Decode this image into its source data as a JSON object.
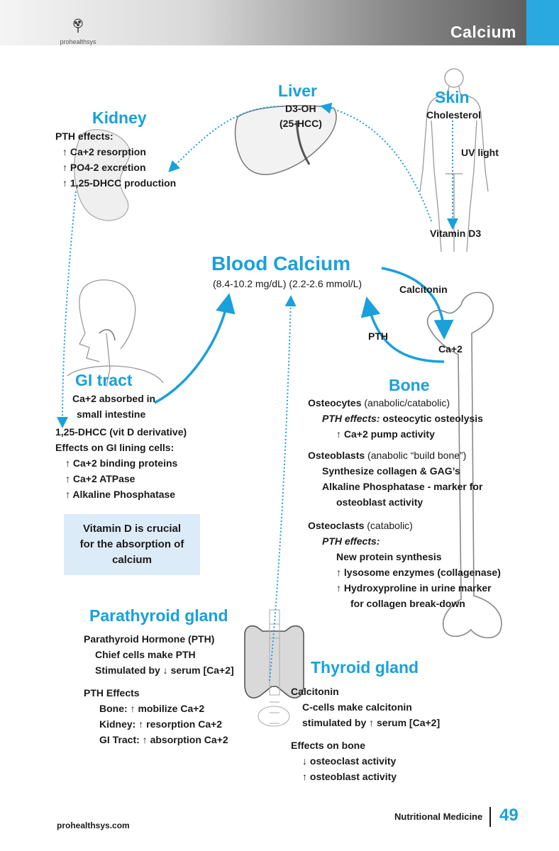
{
  "header": {
    "title": "Calcium",
    "logo_text": "prohealthsys"
  },
  "liver": {
    "title": "Liver",
    "l1": "D3-OH",
    "l2": "(25-HCC)"
  },
  "skin": {
    "title": "Skin",
    "l1": "Cholesterol",
    "uv": "UV light",
    "vitd": "Vitamin D3"
  },
  "kidney": {
    "title": "Kidney",
    "l1": "PTH effects:",
    "l2": "↑ Ca+2 resorption",
    "l3": "↑ PO4-2 excretion",
    "l4": "↑ 1,25-DHCC production"
  },
  "blood": {
    "title": "Blood Calcium",
    "range": "(8.4-10.2 mg/dL) (2.2-2.6 mmol/L)",
    "calcitonin": "Calcitonin",
    "pth": "PTH",
    "ca": "Ca+2"
  },
  "gi": {
    "title": "GI tract",
    "l1": "Ca+2 absorbed in",
    "l2": "small intestine",
    "l3": "1,25-DHCC (vit D derivative)",
    "l4": "Effects on GI lining cells:",
    "l5": "↑ Ca+2 binding proteins",
    "l6": "↑ Ca+2 ATPase",
    "l7": "↑ Alkaline Phosphatase"
  },
  "callout": {
    "l1": "Vitamin D is crucial",
    "l2": "for the absorption of",
    "l3": "calcium"
  },
  "bone": {
    "title": "Bone",
    "osteocytes": "Osteocytes",
    "osteocytes_note": "(anabolic/catabolic)",
    "oc_pth_label": "PTH effects:",
    "oc_pth_text": "osteocytic osteolysis",
    "oc_pump": "↑ Ca+2 pump activity",
    "osteoblasts": "Osteoblasts",
    "osteoblasts_note": "(anabolic “build bone”)",
    "ob_l1": "Synthesize collagen & GAG’s",
    "ob_l2": "Alkaline Phosphatase - marker for",
    "ob_l3": "osteoblast activity",
    "osteoclasts": "Osteoclasts",
    "osteoclasts_note": "(catabolic)",
    "ocl_pth": "PTH effects:",
    "ocl_l1": "New protein synthesis",
    "ocl_l2": "↑ lysosome enzymes (collagenase)",
    "ocl_l3": "↑ Hydroxyproline in urine marker",
    "ocl_l4": "for collagen break-down"
  },
  "parathyroid": {
    "title": "Parathyroid gland",
    "l1": "Parathyroid Hormone (PTH)",
    "l2": "Chief cells make PTH",
    "l3": "Stimulated by ↓ serum [Ca+2]",
    "l4": "PTH Effects",
    "l5": "Bone: ↑ mobilize Ca+2",
    "l6": "Kidney: ↑ resorption Ca+2",
    "l7": "GI Tract: ↑ absorption Ca+2"
  },
  "thyroid": {
    "title": "Thyroid gland",
    "l1": "Calcitonin",
    "l2": "C-cells make calcitonin",
    "l3": "stimulated by ↑ serum [Ca+2]",
    "l4": "Effects on bone",
    "l5": "↓ osteoclast activity",
    "l6": "↑ osteoblast activity"
  },
  "footer": {
    "site": "prohealthsys.com",
    "book": "Nutritional Medicine",
    "page": "49"
  },
  "colors": {
    "accent": "#1aa0db",
    "tab": "#29a9e0",
    "callout_bg": "#dcebf8"
  }
}
